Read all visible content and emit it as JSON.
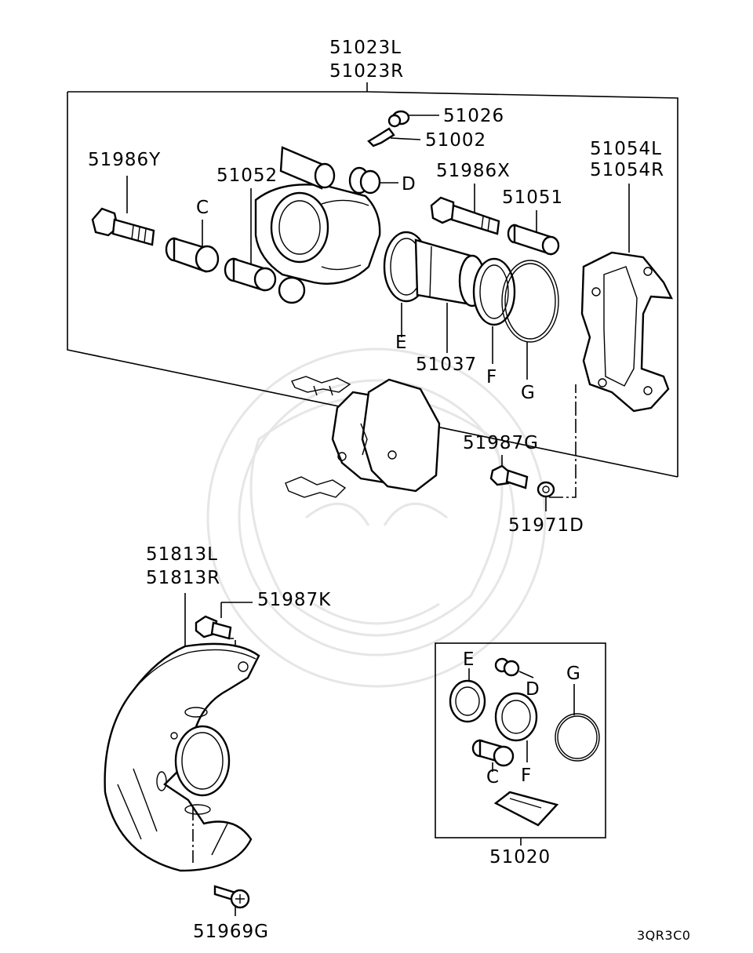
{
  "labels": {
    "caliper_assy_l": "51023L",
    "caliper_assy_r": "51023R",
    "bleeder_cap": "51026",
    "bleeder_plug": "51002",
    "bolt_y": "51986Y",
    "pin_bush": "51052",
    "cap_d": "D",
    "bolt_x": "51986X",
    "slide_pin": "51051",
    "bracket_l": "51054L",
    "bracket_r": "51054R",
    "boot_c": "C",
    "piston_boot_e": "E",
    "piston": "51037",
    "seal_f": "F",
    "ring_g": "G",
    "bolt_g": "51987G",
    "washer_d": "51971D",
    "shield_l": "51813L",
    "shield_r": "51813R",
    "bolt_k": "51987K",
    "screw_g": "51969G",
    "kit": "51020",
    "kit_e": "E",
    "kit_d": "D",
    "kit_g": "G",
    "kit_c": "C",
    "kit_f": "F",
    "diagram_code": "3QR3C0"
  }
}
